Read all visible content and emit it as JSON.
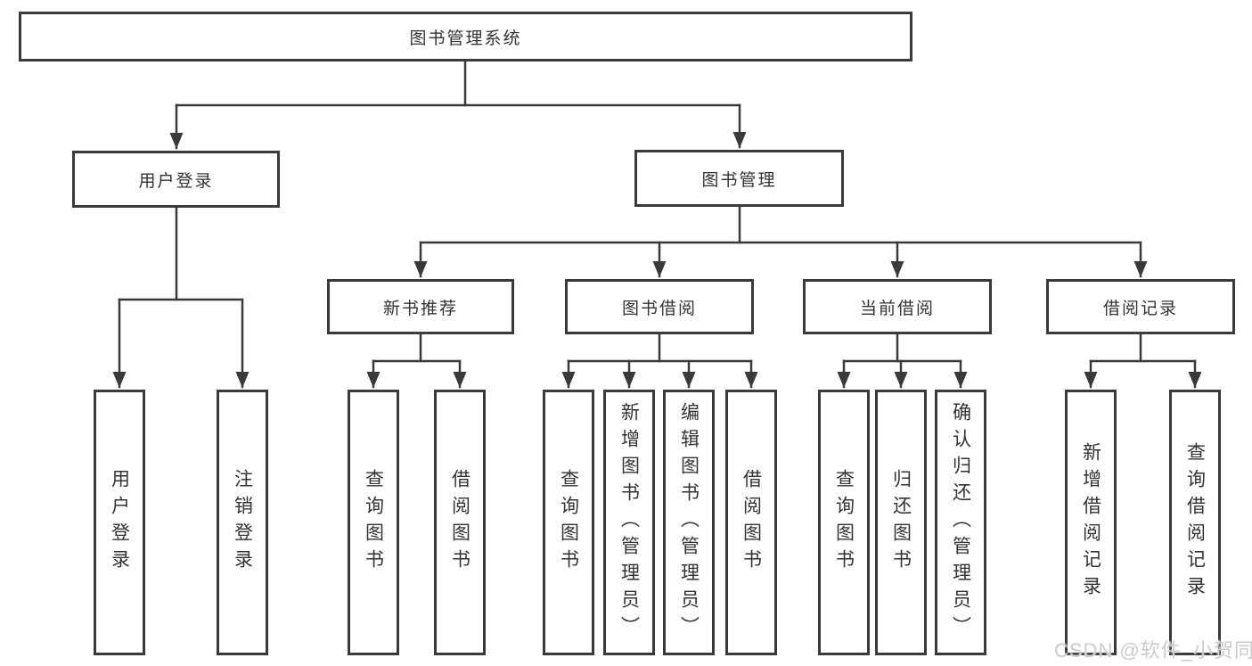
{
  "diagram_type": "hierarchy-tree",
  "colors": {
    "line": "#3a3a3a",
    "box_border": "#3a3a3a",
    "text": "#333333",
    "watermark": "#cbcbcb",
    "background": "#ffffff"
  },
  "tree": {
    "label": "图书管理系统",
    "children": [
      {
        "label": "用户登录",
        "children": [
          {
            "label": "用户登录"
          },
          {
            "label": "注销登录"
          }
        ]
      },
      {
        "label": "图书管理",
        "children": [
          {
            "label": "新书推荐",
            "children": [
              {
                "label": "查询图书"
              },
              {
                "label": "借阅图书"
              }
            ]
          },
          {
            "label": "图书借阅",
            "children": [
              {
                "label": "查询图书"
              },
              {
                "label": "新增图书（管理员）"
              },
              {
                "label": "编辑图书（管理员）"
              },
              {
                "label": "借阅图书"
              }
            ]
          },
          {
            "label": "当前借阅",
            "children": [
              {
                "label": "查询图书"
              },
              {
                "label": "归还图书"
              },
              {
                "label": "确认归还（管理员）"
              }
            ]
          },
          {
            "label": "借阅记录",
            "children": [
              {
                "label": "新增借阅记录"
              },
              {
                "label": "查询借阅记录"
              }
            ]
          }
        ]
      }
    ]
  },
  "watermark": {
    "text": "CSDN @软件_小贺同学"
  }
}
